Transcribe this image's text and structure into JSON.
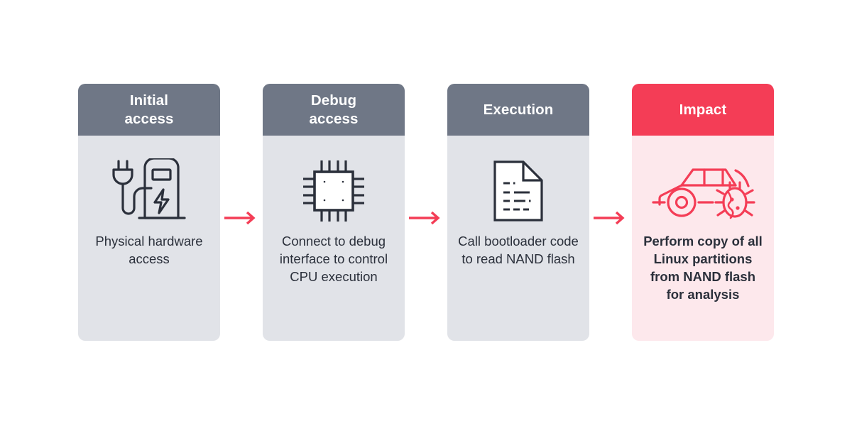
{
  "diagram": {
    "type": "attack-chain-flow",
    "orientation": "left-to-right",
    "colors": {
      "stage_header_gray": "#6F7786",
      "stage_body_gray": "#E1E3E8",
      "impact_header_red": "#F43D56",
      "impact_body_pink": "#FDE8EC",
      "arrow_red": "#F43D56",
      "icon_dark": "#2B303B",
      "icon_red": "#F43D56",
      "text_dark": "#2B303B",
      "header_text": "#FFFFFF",
      "page_background": "#FFFFFF"
    },
    "stages": [
      {
        "title": "Initial\naccess",
        "title_line_1": "Initial",
        "title_line_2": "access",
        "caption": "Physical hardware access",
        "caption_lines": [
          "Physical",
          "hardware",
          "access"
        ],
        "icon": "ev-charging-station-icon",
        "theme": "gray"
      },
      {
        "title": "Debug\naccess",
        "title_line_1": "Debug",
        "title_line_2": "access",
        "caption": "Connect to debug interface to control CPU execution",
        "caption_lines": [
          "Connect to",
          "debug interface",
          "to control CPU",
          "execution"
        ],
        "icon": "cpu-chip-icon",
        "theme": "gray"
      },
      {
        "title": "Execution",
        "title_line_1": "Execution",
        "title_line_2": "",
        "caption": "Call bootloader code to read NAND flash",
        "caption_lines": [
          "Call bootloader",
          "code to",
          "read NAND",
          "flash"
        ],
        "icon": "code-document-icon",
        "theme": "gray"
      },
      {
        "title": "Impact",
        "title_line_1": "Impact",
        "title_line_2": "",
        "caption": "Perform copy of all Linux partitions from NAND flash for analysis",
        "caption_lines": [
          "Perform copy",
          "of all Linux",
          "partitions from",
          "NAND flash",
          "for analysis"
        ],
        "icon": "car-bug-icon",
        "theme": "red"
      }
    ],
    "connectors": [
      {
        "name": "arrow-initial-to-debug",
        "glyph": "arrow-right-icon"
      },
      {
        "name": "arrow-debug-to-execution",
        "glyph": "arrow-right-icon"
      },
      {
        "name": "arrow-execution-to-impact",
        "glyph": "arrow-right-icon"
      }
    ]
  }
}
